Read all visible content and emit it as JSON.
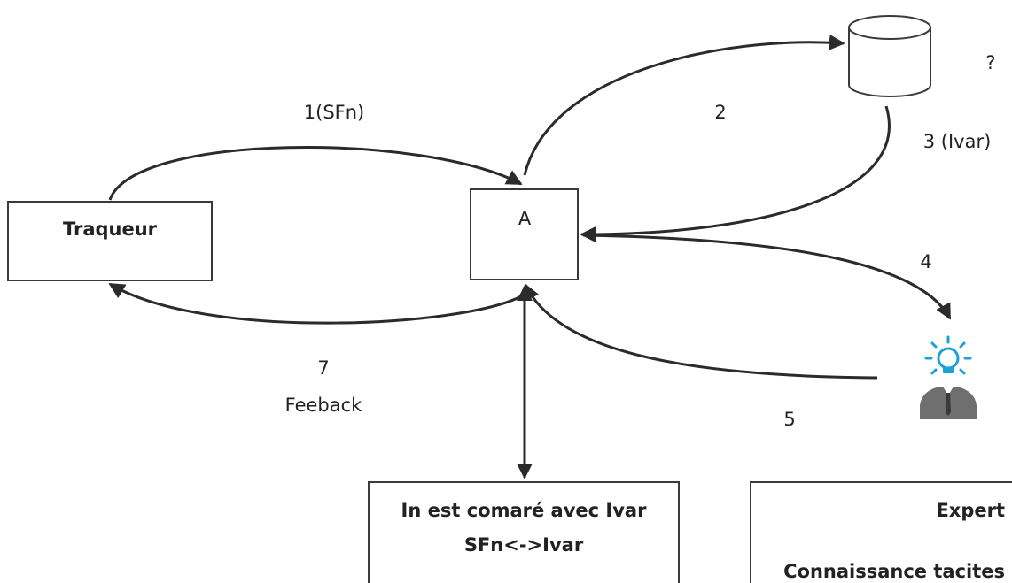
{
  "nodes": {
    "traqueur": {
      "label": "Traqueur"
    },
    "a": {
      "label": "A"
    },
    "database": {
      "icon": "database-cylinder-icon"
    },
    "expert": {
      "icon": "expert-idea-person-icon",
      "accent": "#1aa3d6"
    },
    "comparison": {
      "line1": "In est comaré avec Ivar",
      "line2": "SFn<->Ivar"
    },
    "expert_box": {
      "line1": "Expert",
      "line2": "Connaissance tacites"
    }
  },
  "edges": {
    "e1": {
      "label": "1(SFn)"
    },
    "e2": {
      "label": "2"
    },
    "e3": {
      "label": "3 (Ivar)"
    },
    "e4": {
      "label": "4"
    },
    "e5": {
      "label": "5"
    },
    "e7": {
      "label": "7",
      "sublabel": "Feeback"
    }
  },
  "question_mark": "?"
}
